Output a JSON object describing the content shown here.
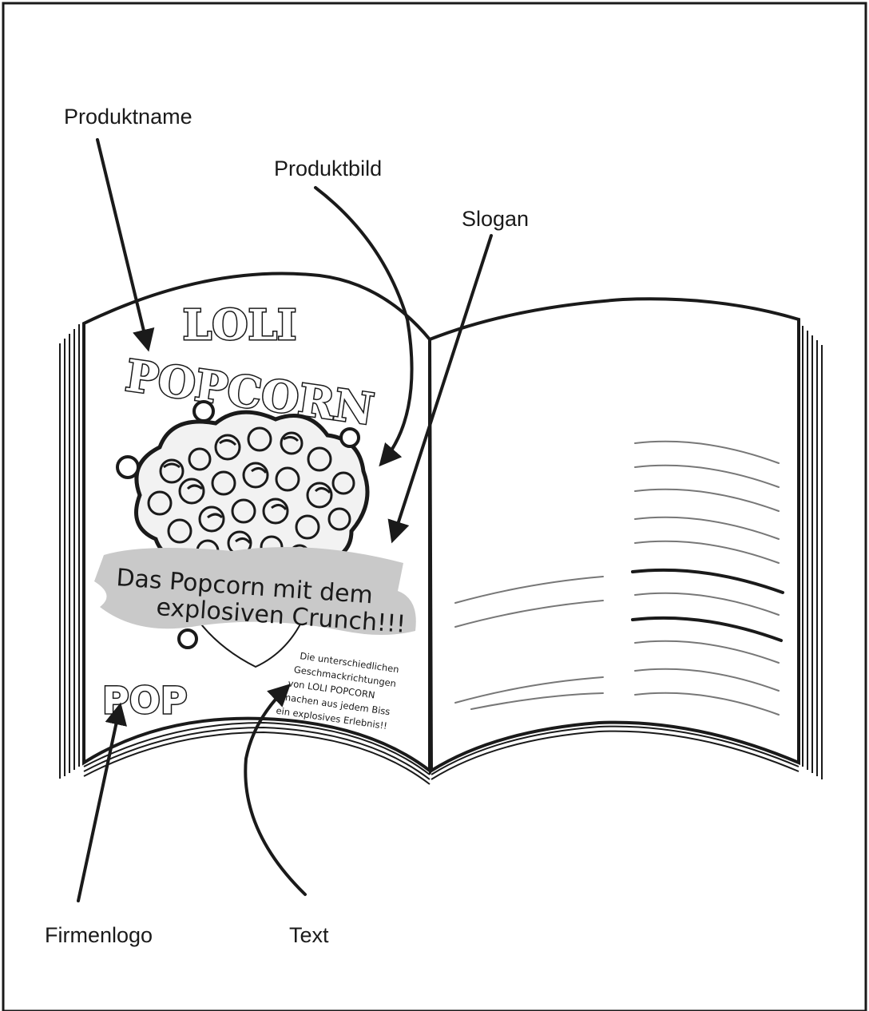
{
  "labels": {
    "product_name": "Produktname",
    "product_image": "Produktbild",
    "slogan": "Slogan",
    "company_logo": "Firmenlogo",
    "text": "Text"
  },
  "page": {
    "title_line1": "LOLI",
    "title_line2": "POPCORN",
    "slogan_line1": "Das Popcorn mit dem",
    "slogan_line2": "explosiven Crunch!!!",
    "body_lines": [
      "Die unterschiedlichen",
      "Geschmackrichtungen",
      "von LOLI POPCORN",
      "machen aus jedem Biss",
      "ein explosives Erlebnis!!"
    ],
    "logo": "POP"
  }
}
